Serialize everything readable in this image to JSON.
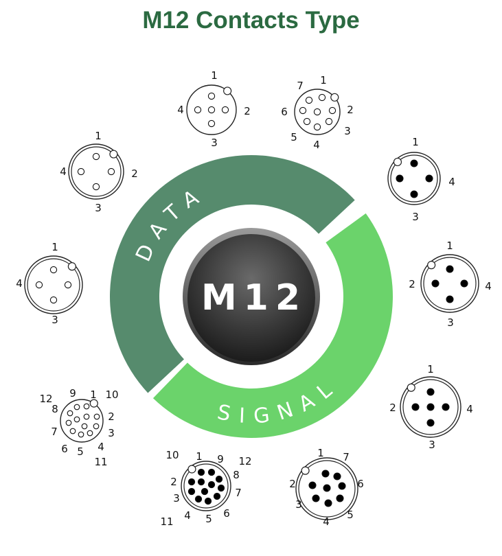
{
  "title": "M12 Contacts Type",
  "center_label": "M12",
  "arcs": {
    "data": {
      "label": "DATA",
      "color": "#568b6d"
    },
    "signal": {
      "label": "SIGNAL",
      "color": "#6bd36b"
    }
  },
  "title_color": "#2b6a41",
  "connectors": [
    {
      "group": "data",
      "pins": "open",
      "labels": [
        "1",
        "2",
        "3",
        "4"
      ]
    },
    {
      "group": "data",
      "pins": "open",
      "labels": [
        "1",
        "2",
        "3",
        "4",
        "5",
        "6",
        "7"
      ]
    },
    {
      "group": "data",
      "pins": "open",
      "labels": [
        "1",
        "2",
        "3",
        "4"
      ]
    },
    {
      "group": "data",
      "pins": "open",
      "labels": [
        "1",
        "4",
        "3"
      ]
    },
    {
      "group": "data",
      "pins": "open",
      "labels": [
        "12",
        "9",
        "1",
        "10",
        "8",
        "2",
        "3",
        "7",
        "4",
        "11",
        "6",
        "5"
      ]
    },
    {
      "group": "signal",
      "pins": "filled",
      "labels": [
        "1",
        "4",
        "3"
      ]
    },
    {
      "group": "signal",
      "pins": "filled",
      "labels": [
        "1",
        "2",
        "4",
        "3"
      ]
    },
    {
      "group": "signal",
      "pins": "filled",
      "labels": [
        "1",
        "2",
        "4",
        "3"
      ]
    },
    {
      "group": "signal",
      "pins": "filled",
      "labels": [
        "1",
        "7",
        "6",
        "5",
        "4",
        "3",
        "2"
      ]
    },
    {
      "group": "signal",
      "pins": "filled",
      "labels": [
        "10",
        "1",
        "9",
        "12",
        "8",
        "7",
        "6",
        "5",
        "4",
        "11",
        "3",
        "2"
      ]
    }
  ]
}
